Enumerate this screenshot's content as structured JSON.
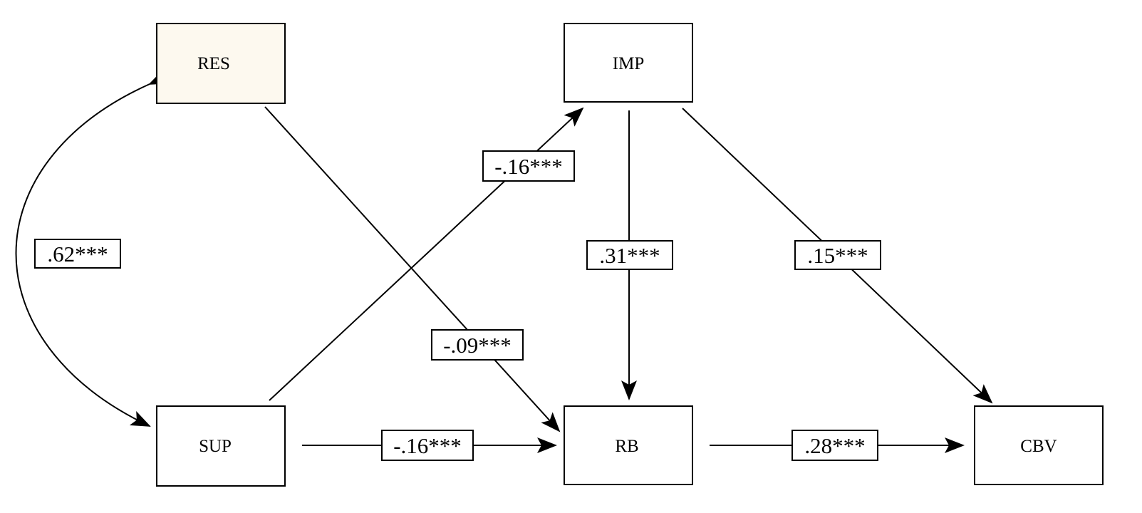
{
  "nodes": {
    "res": {
      "label": "RES"
    },
    "imp": {
      "label": "IMP"
    },
    "sup": {
      "label": "SUP"
    },
    "rb": {
      "label": "RB"
    },
    "cbv": {
      "label": "CBV"
    }
  },
  "paths": {
    "res_sup": {
      "coef": ".62***"
    },
    "sup_imp": {
      "coef": "-.16***"
    },
    "res_rb": {
      "coef": "-.09***"
    },
    "imp_rb": {
      "coef": ".31***"
    },
    "imp_cbv": {
      "coef": ".15***"
    },
    "sup_rb": {
      "coef": "-.16***"
    },
    "rb_cbv": {
      "coef": ".28***"
    }
  },
  "colors": {
    "res_fill": "#fdf9ef",
    "default_fill": "#ffffff",
    "line": "#000000"
  }
}
